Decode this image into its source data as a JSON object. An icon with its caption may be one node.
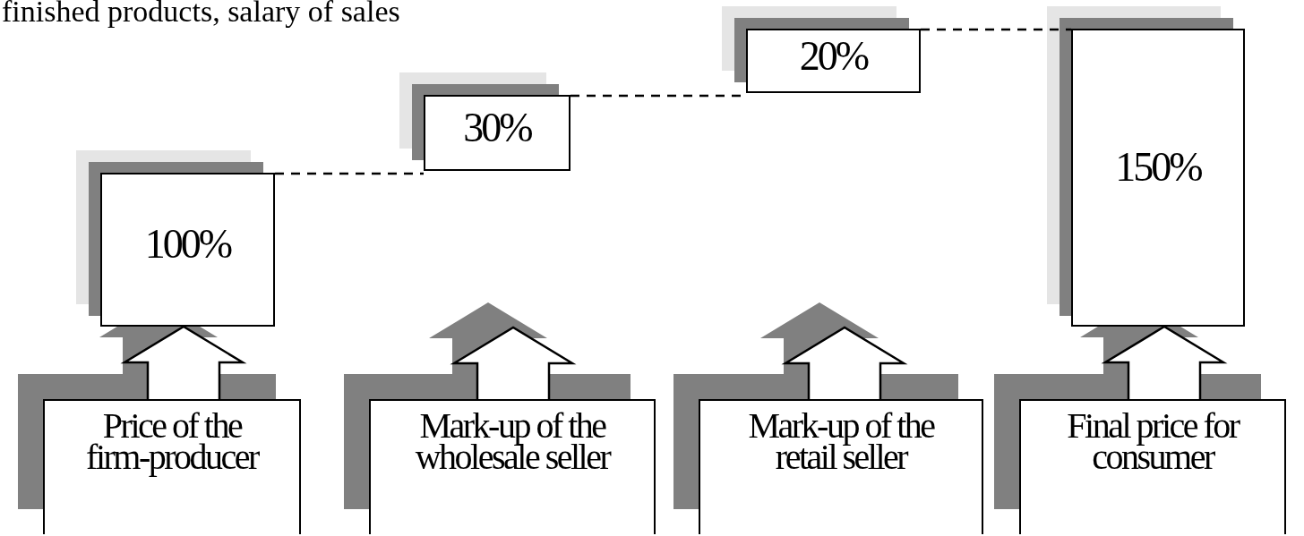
{
  "diagram": {
    "nodes": [
      {
        "text": [
          "100%"
        ]
      },
      {
        "text": [
          "30%"
        ]
      },
      {
        "text": [
          "20%"
        ]
      },
      {
        "text": [
          "150%"
        ]
      },
      {
        "text": [
          "Price of the firm-producer"
        ]
      },
      {
        "text": [
          "Mark-up of the wholesale seller"
        ]
      },
      {
        "text": [
          "Mark-up of the retail seller"
        ]
      },
      {
        "text": [
          "Final price for consumer"
        ]
      }
    ],
    "edges": [
      {
        "from": 4,
        "to": 0,
        "arrow": "to"
      },
      {
        "from": 5,
        "to": null,
        "arrow": "to"
      },
      {
        "from": 6,
        "to": null,
        "arrow": "to"
      },
      {
        "from": 7,
        "to": 3,
        "arrow": "to"
      },
      {
        "from": 0,
        "to": 1,
        "arrow": "none",
        "style": "dashed"
      },
      {
        "from": 1,
        "to": 2,
        "arrow": "none",
        "style": "dashed"
      },
      {
        "from": 2,
        "to": 3,
        "arrow": "none",
        "style": "dashed"
      }
    ],
    "labels": [
      "finished products, salary of sales"
    ]
  }
}
